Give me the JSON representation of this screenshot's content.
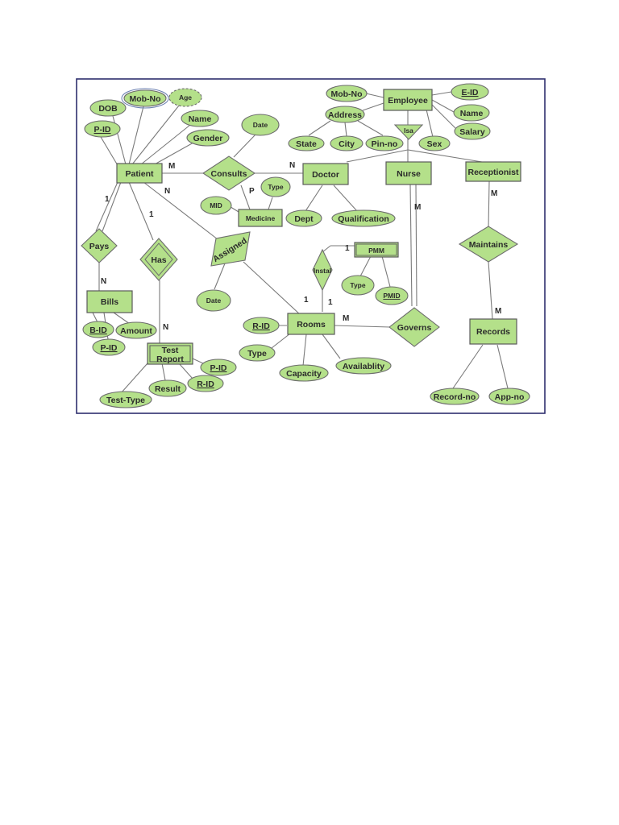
{
  "colors": {
    "shape_fill": "#b4e08a",
    "border": "#2e2f6e",
    "line": "#7a7a7a"
  },
  "entities": {
    "patient": "Patient",
    "doctor": "Doctor",
    "nurse": "Nurse",
    "receptionist": "Receptionist",
    "employee": "Employee",
    "medicine": "Medicine",
    "bills": "Bills",
    "test_report_line1": "Test",
    "test_report_line2": "Report",
    "rooms": "Rooms",
    "pmm": "PMM",
    "records": "Records"
  },
  "relationships": {
    "consults": "Consults",
    "pays": "Pays",
    "has": "Has",
    "assigned": "Assigned",
    "instal": "Instal",
    "governs": "Governs",
    "maintains": "Maintains",
    "isa": "Isa"
  },
  "attributes": {
    "patient_mob_no": "Mob-No",
    "patient_age": "Age",
    "patient_dob": "DOB",
    "patient_name": "Name",
    "patient_gender": "Gender",
    "patient_pid": "P-ID",
    "consults_date": "Date",
    "medicine_type": "Type",
    "medicine_mid": "MID",
    "employee_mob_no": "Mob-No",
    "employee_address": "Address",
    "employee_eid": "E-ID",
    "employee_name": "Name",
    "employee_salary": "Salary",
    "employee_sex": "Sex",
    "address_state": "State",
    "address_city": "City",
    "address_pin_no": "Pin-no",
    "doctor_dept": "Dept",
    "doctor_qualification": "Qualification",
    "pmm_type": "Type",
    "pmm_pmid": "PMID",
    "assigned_date": "Date",
    "bills_bid": "B-ID",
    "bills_amount": "Amount",
    "bills_pid": "P-ID",
    "rooms_rid": "R-ID",
    "rooms_type": "Type",
    "rooms_capacity": "Capacity",
    "rooms_availability": "Availablity",
    "test_pid": "P-ID",
    "test_result": "Result",
    "test_rid": "R-ID",
    "test_type": "Test-Type",
    "records_record_no": "Record-no",
    "records_app_no": "App-no"
  },
  "cardinalities": {
    "patient_consults": "M",
    "consults_doctor": "N",
    "consults_medicine": "P",
    "patient_pays": "1",
    "pays_bills": "N",
    "patient_has": "1",
    "has_test_report": "N",
    "patient_assigned": "N",
    "assigned_rooms": "1",
    "instal_pmm": "1",
    "instal_rooms": "1",
    "rooms_governs": "M",
    "nurse_governs": "M",
    "receptionist_maintains": "M",
    "maintains_records": "M"
  }
}
